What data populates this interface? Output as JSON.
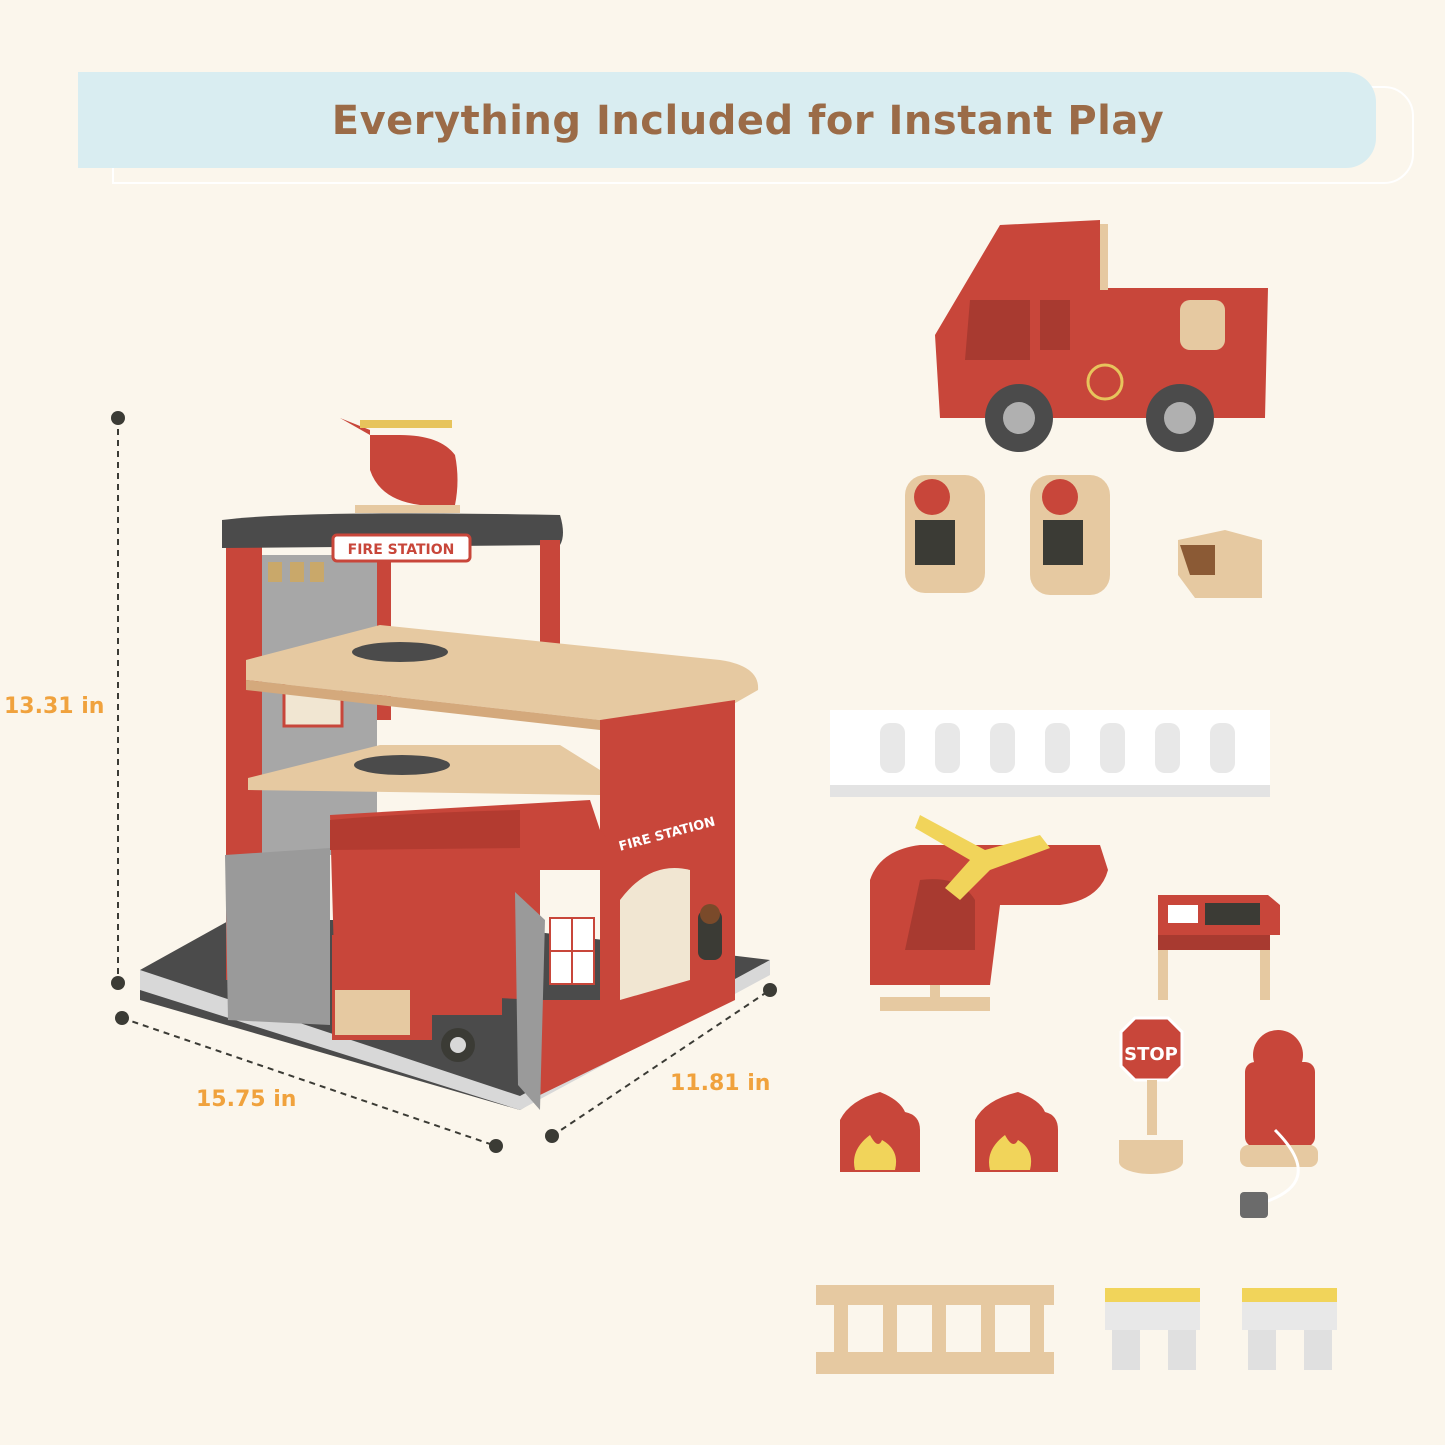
{
  "banner": {
    "title": "Everything Included for Instant Play"
  },
  "dimensions": {
    "height": "13.31 in",
    "width": "15.75 in",
    "depth": "11.81 in"
  },
  "station_signs": {
    "roof_sign": "FIRE STATION",
    "wall_sign": "FIRE STATION"
  },
  "stop_sign": {
    "text": "STOP"
  },
  "colors": {
    "background": "#fbf6ec",
    "banner": "#d9edf1",
    "title": "#9b6b47",
    "dimension": "#f0a23d",
    "red": "#c8463a"
  }
}
